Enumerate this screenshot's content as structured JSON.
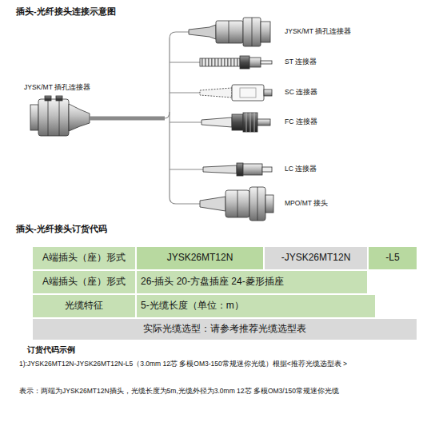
{
  "diagram": {
    "title": "插头-光纤接头连接示意图",
    "labels": [
      "JYSK/MT 插孔连接器",
      "JYSK/MT 插孔连接器",
      "ST 连接器",
      "SC 连接器",
      "FC 连接器",
      "LC 连接器",
      "MPO/MT 接头",
      "插头-光纤接头订货代码",
      "A端插头（座）形式",
      "JYSK26MT12N",
      "-JYSK26MT12N",
      "-L5",
      "A端插头（座）形式",
      "26-插头 20-方盘插座 24-菱形插座",
      "光缆特征",
      "5-光缆长度（单位：m）",
      "实际光缆选型：请参考推荐光缆选型表",
      "订货代码示例",
      "1):JYSK26MT12N-JYSK26MT12N-L5（3.0mm 12芯 多模OM3-150常规迷你光缆）根据<推荐光缆选型表 >",
      "表示：两端为JYSK26MT12N插头，光缆长度为5m,光缆外径为3.0mm 12芯 多模OM3/150常规迷你光缆"
    ]
  }
}
